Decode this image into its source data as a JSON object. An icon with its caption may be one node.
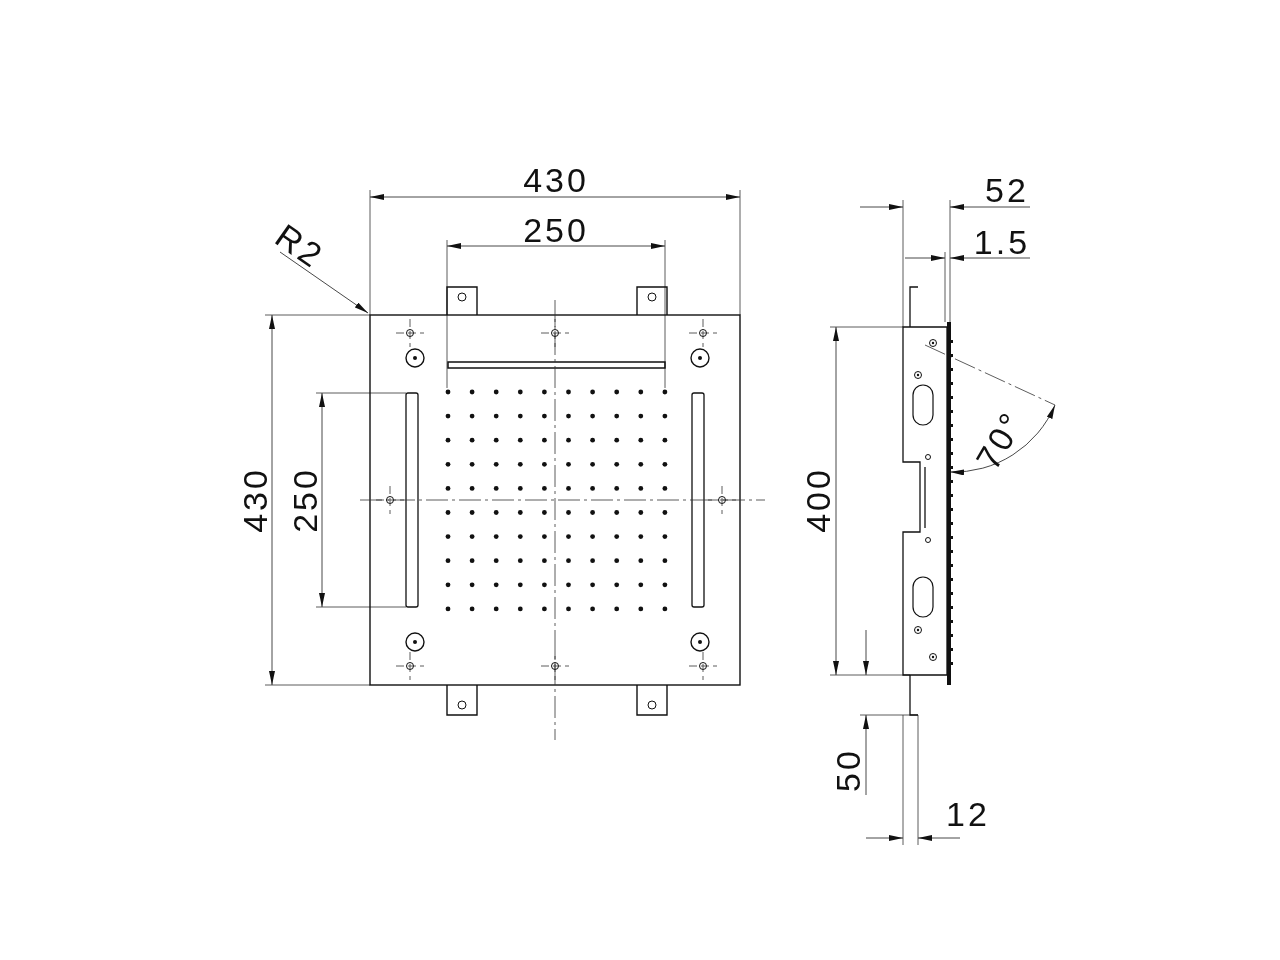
{
  "diagram": {
    "labels": [
      "430",
      "52",
      "250",
      "1.5",
      "R2",
      "70°",
      "430",
      "250",
      "400",
      "50",
      "12"
    ]
  }
}
